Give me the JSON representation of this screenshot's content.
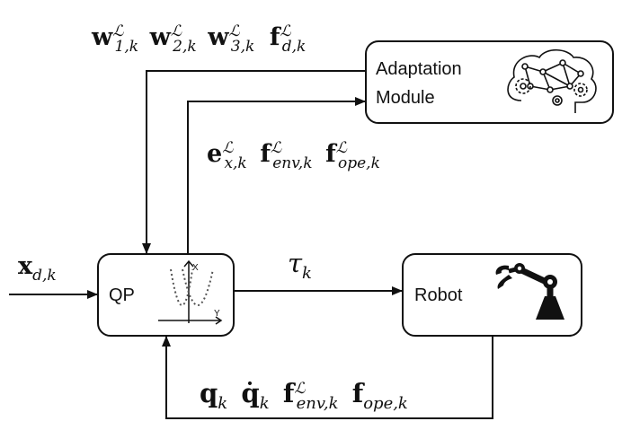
{
  "blocks": {
    "adaptation": {
      "line1": "Adaptation",
      "line2": "Module",
      "icon": "brain-network-gears-icon"
    },
    "qp": {
      "label": "QP",
      "icon": "parabola-plot-icon",
      "axis_x": "Y",
      "axis_y": "X"
    },
    "robot": {
      "label": "Robot",
      "icon": "robot-arm-icon"
    }
  },
  "signals": {
    "top": "w_{1,k}^L w_{2,k}^L w_{3,k}^L f_{d,k}^L",
    "middle": "e_{x,k}^L f_{env,k}^L f_{ope,k}^L",
    "input": "x_{d,k}",
    "torque": "τ_k",
    "feedback": "q_k q̇_k f_{env,k}^L f_{ope,k}"
  },
  "script_L": "ℒ"
}
